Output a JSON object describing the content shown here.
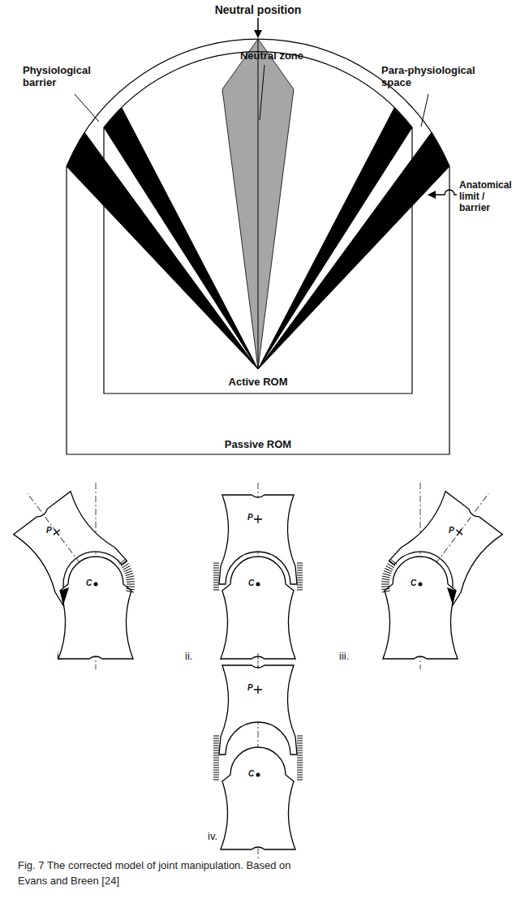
{
  "diagram": {
    "caption": "Fig. 7 The corrected model of joint manipulation. Based on Evans and Breen [24]",
    "labels": [
      "Neutral position",
      "Neutral zone",
      "Physiological barrier",
      "Para-physiological space",
      "Anatomical limit / barrier",
      "Active ROM",
      "Passive ROM",
      "i.",
      "ii.",
      "iii.",
      "iv.",
      "P",
      "C",
      "P",
      "C",
      "P",
      "C",
      "P",
      "C"
    ]
  }
}
